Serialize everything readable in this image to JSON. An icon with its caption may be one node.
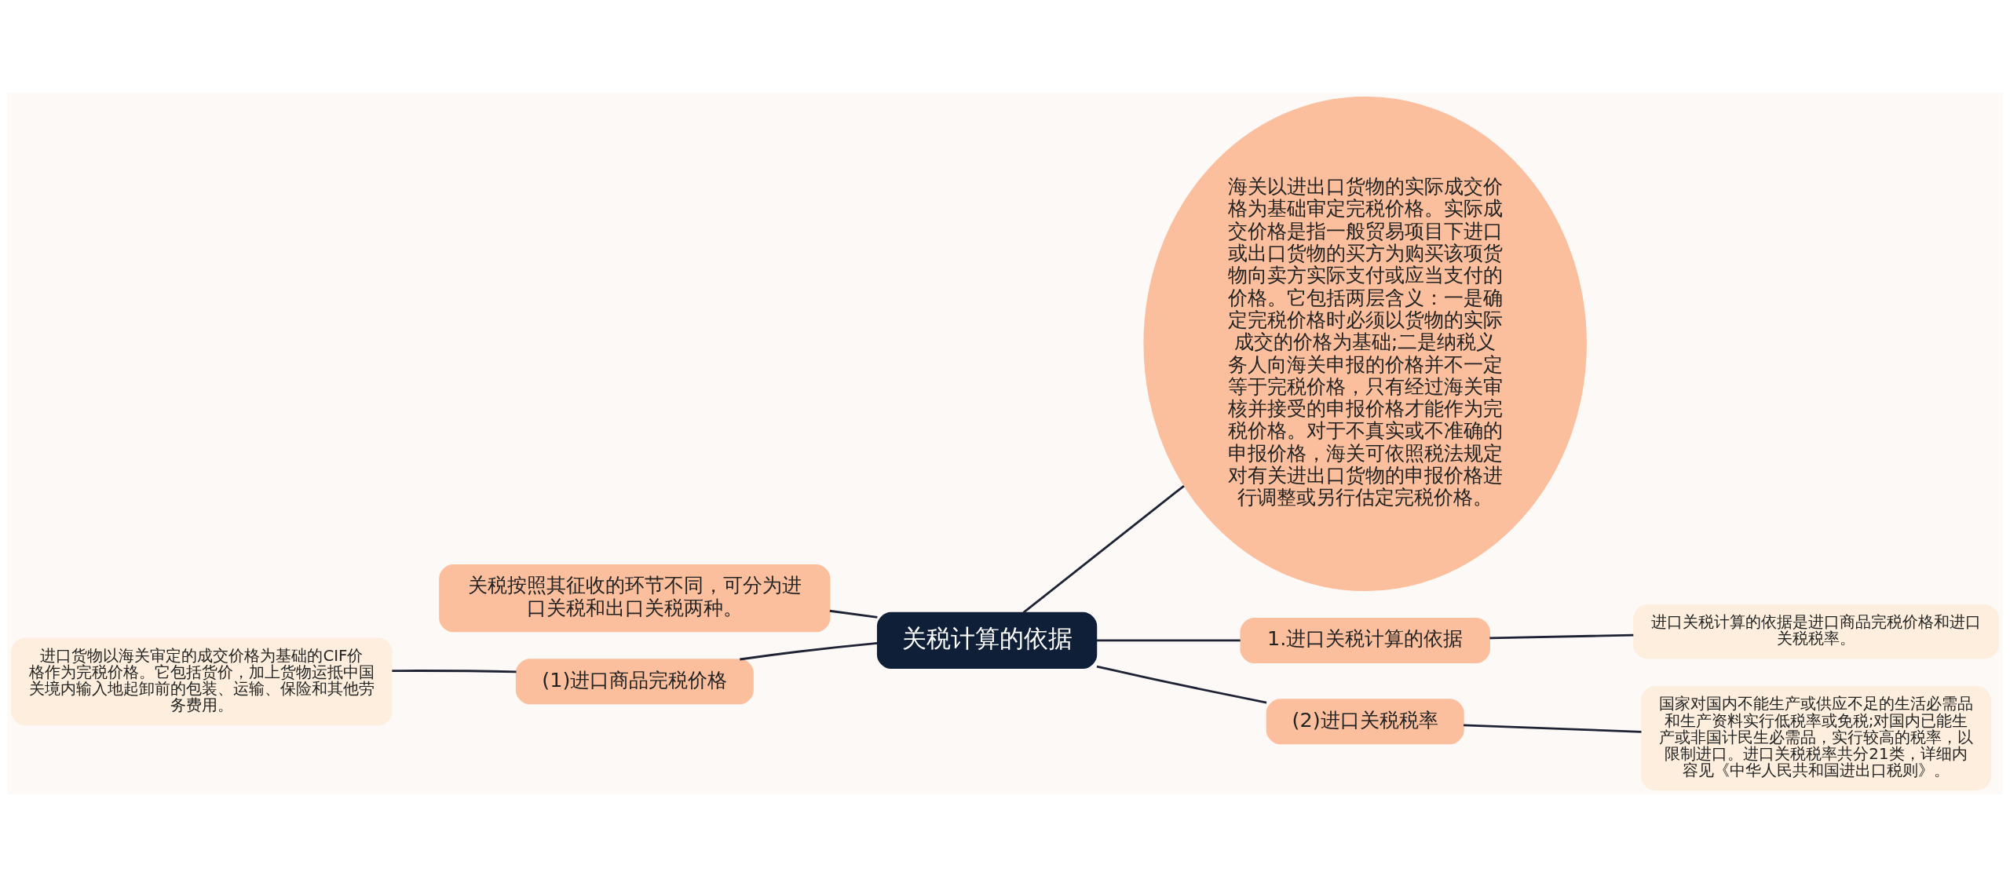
{
  "diagram": {
    "nodes": [
      {
        "text": [
          "关税计算的依据"
        ]
      },
      {
        "text": [
          "关税按照其征收的环节不同，可分为进口关税和出口关税两种。"
        ]
      },
      {
        "text": [
          "(1)进口商品完税价格"
        ]
      },
      {
        "text": [
          "进口货物以海关审定的成交价格为基础的CIF价格作为完税价格。它包括货价，加上货物运抵中国关境内输入地起卸前的包装、运输、保险和其他劳务费用。"
        ]
      },
      {
        "text": [
          "海关以进出口货物的实际成交价格为基础审定完税价格。实际成交价格是指一般贸易项目下进口或出口货物的买方为购买该项货物向卖方实际支付或应当支付的价格。它包括两层含义：一是确定完税价格时必须以货物的实际成交的价格为基础;二是纳税义务人向海关申报的价格并不一定等于完税价格，只有经过海关审核并接受的申报价格才能作为完税价格。对于不真实或不准确的申报价格，海关可依照税法规定对有关进出口货物的申报价格进行调整或另行估定完税价格。"
        ]
      },
      {
        "text": [
          "1.进口关税计算的依据"
        ]
      },
      {
        "text": [
          "进口关税计算的依据是进口商品完税价格和进口关税税率。"
        ]
      },
      {
        "text": [
          "(2)进口关税税率"
        ]
      },
      {
        "text": [
          "国家对国内不能生产或供应不足的生活必需品和生产资料实行低税率或免税;对国内已能生产或非国计民生必需品，实行较高的税率，以限制进口。进口关税税率共分21类，详细内容见《中华人民共和国进出口税则》。"
        ]
      }
    ],
    "edges": [
      {
        "from": 0,
        "to": 1,
        "arrow": "none"
      },
      {
        "from": 0,
        "to": 2,
        "arrow": "none"
      },
      {
        "from": 2,
        "to": 3,
        "arrow": "none"
      },
      {
        "from": 0,
        "to": 4,
        "arrow": "none"
      },
      {
        "from": 0,
        "to": 5,
        "arrow": "none"
      },
      {
        "from": 5,
        "to": 6,
        "arrow": "none"
      },
      {
        "from": 0,
        "to": 7,
        "arrow": "none"
      },
      {
        "from": 7,
        "to": 8,
        "arrow": "none"
      }
    ]
  }
}
